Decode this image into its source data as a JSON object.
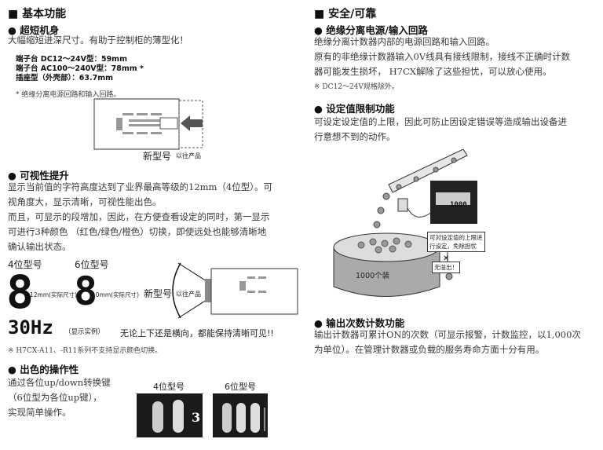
{
  "left": {
    "section_title": "■ 基本功能",
    "short_body": {
      "title": "● 超短机身",
      "text": "大幅缩短进深尺寸。有助于控制柜的薄型化！",
      "specs": [
        "端子台 DC12～24V型：59mm",
        "端子台 AC100～240V型：78mm *",
        "插座型（外壳部）：63.7mm"
      ],
      "note": "* 绝缘分离电源回路和输入回路。",
      "label_new": "新型号",
      "label_old": "以往产品"
    },
    "visibility": {
      "title": "● 可视性提升",
      "lines": [
        "显示当前值的字符高度达到了业界最高等级的12mm（4位型）。可",
        "视角度大，显示清晰，可视性能出色。",
        "而且，可显示的段增加，因此，在方便查看设定的同时，第一显示",
        "可进行3种颜色 （红色/绿色/橙色）切换，即使远处也能够清晰地",
        "确认输出状态。"
      ],
      "model4": "4位型号",
      "model6": "6位型号",
      "size4": "12mm(实际尺寸)",
      "size6": "10mm(实际尺寸)",
      "digit": "8",
      "example": "30Hz",
      "example_label": "（显示实例）",
      "label_new": "新型号",
      "label_old": "以往产品",
      "caption": "无论上下还是横向，都能保持清晰可见!!",
      "note": "※ H7CX-A11、-R11系列不支持显示颜色切换。"
    },
    "operation": {
      "title": "● 出色的操作性",
      "lines": [
        "通过各位up/down转换键",
        "（6位型为各位up键），",
        "实现简单操作。"
      ],
      "model4": "4位型号",
      "model6": "6位型号"
    }
  },
  "right": {
    "section_title": "■ 安全/可靠",
    "isolation": {
      "title": "● 绝缘分离电源/输入回路",
      "lines": [
        "绝缘分离计数器内部的电源回路和输入回路。",
        "原有的非绝缘计数器输入0V线具有接线限制，接线不正确时计数",
        "器可能发生损坏， H7CX解除了这些担忧，可以放心使用。"
      ],
      "note": "※ DC12～24V规格除外。"
    },
    "limit": {
      "title": "● 设定值限制功能",
      "lines": [
        "可设定设定值的上限，因此可防止因设定错误等造成输出设备进",
        "行意想不到的动作。"
      ],
      "callout": [
        "可对设定值的上限进",
        "行设定，免除担忧"
      ],
      "overflow": "无溢出！",
      "bucket": "1000个装",
      "display": "1000"
    },
    "output": {
      "title": "● 输出次数计数功能",
      "lines": [
        "输出计数器可累计ON的次数（可显示报警，计数监控，以1,000次",
        "为单位）。在管理计数器或负载的服务寿命方面十分有用。"
      ]
    }
  }
}
